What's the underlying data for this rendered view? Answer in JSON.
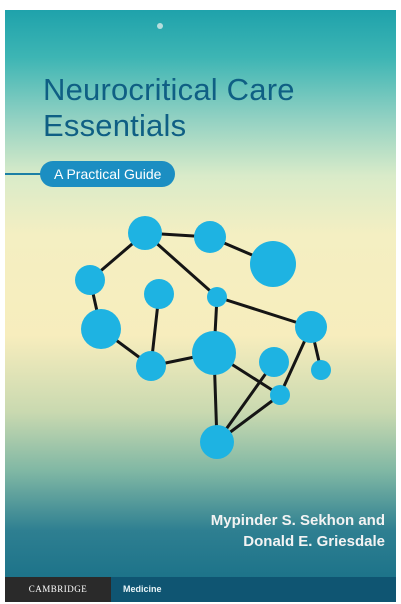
{
  "book": {
    "title_line1": "Neurocritical Care",
    "title_line2": "Essentials",
    "subtitle": "A Practical Guide",
    "author_line1": "Mypinder S. Sekhon and",
    "author_line2": "Donald E. Griesdale",
    "publisher": "CAMBRIDGE",
    "series": "Medicine"
  },
  "colors": {
    "title": "#0f5f84",
    "subtitle_pill": "#1b8ec2",
    "node": "#1eb3e2",
    "edge": "#151515",
    "footer": "#0f5572",
    "publisher_block": "#2a2a2a"
  },
  "illustration": {
    "description_icon": "neural-network-graphic"
  }
}
